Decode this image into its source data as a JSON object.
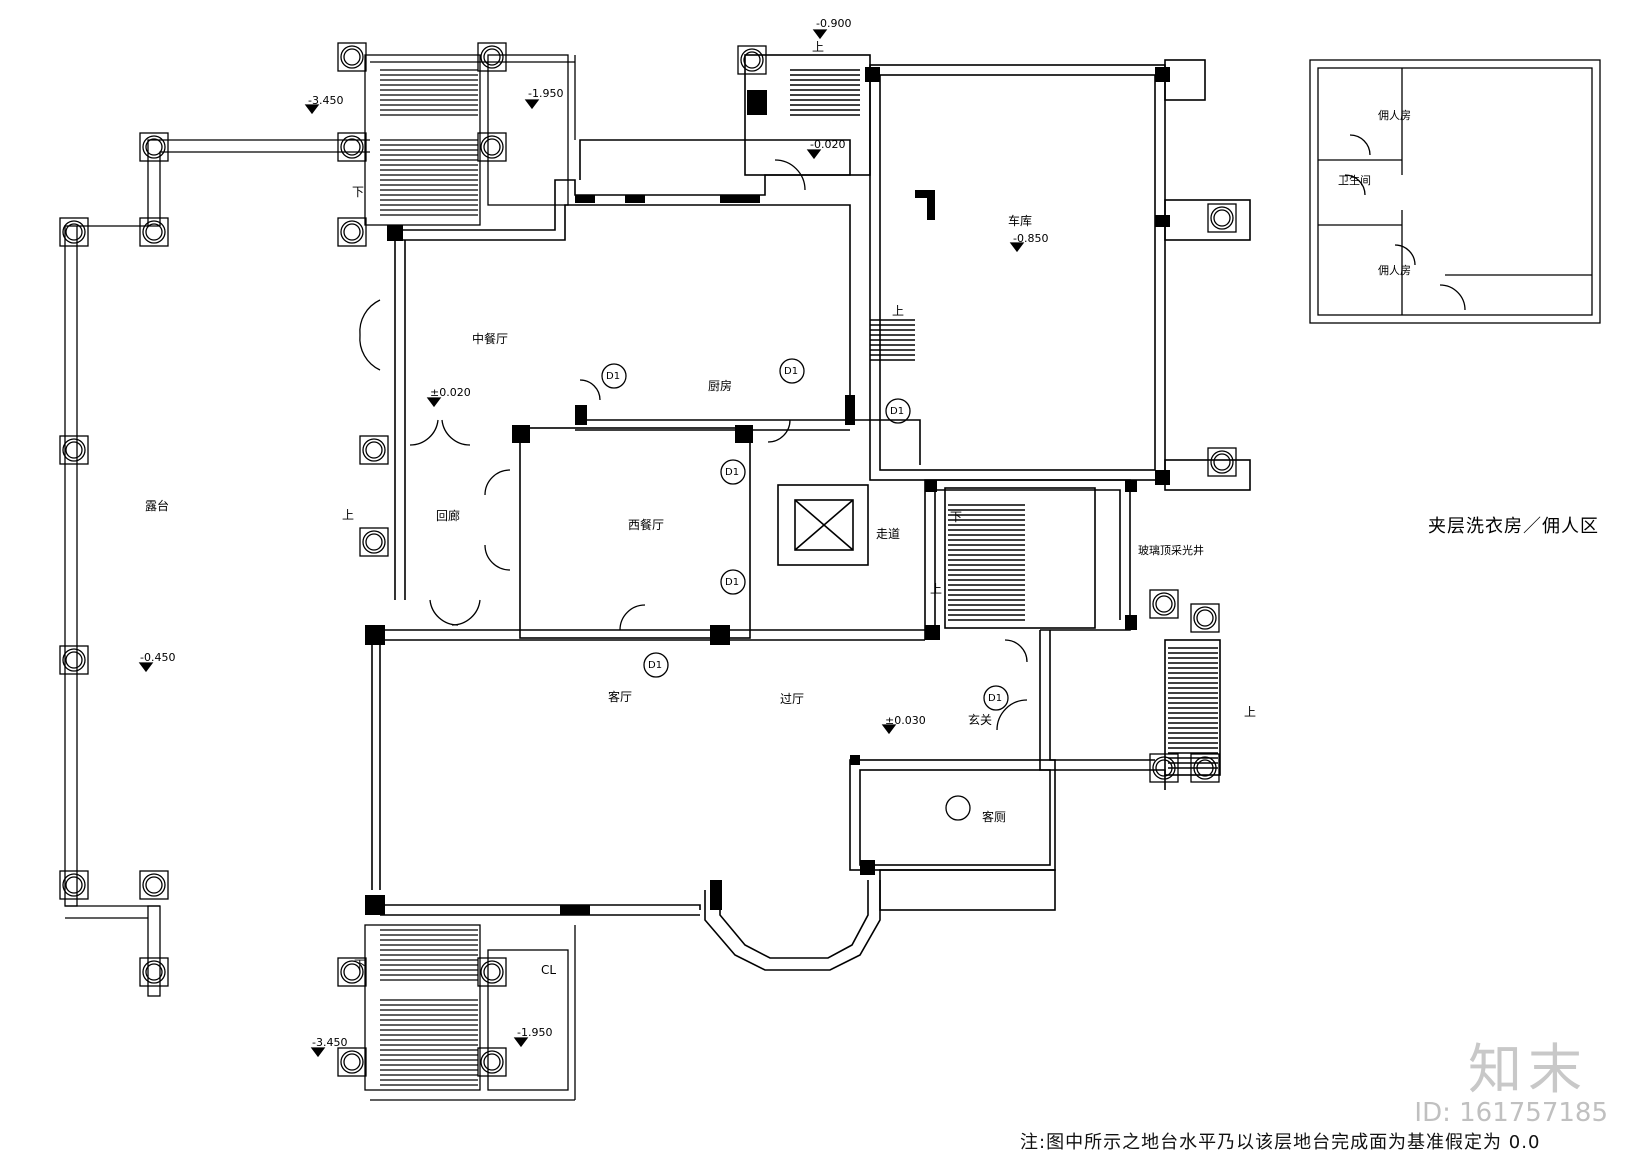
{
  "rooms": {
    "chinese_dining": "中餐厅",
    "kitchen": "厨房",
    "garage": "车库",
    "terrace": "露台",
    "corridor": "回廊",
    "western_dining": "西餐厅",
    "aisle": "走道",
    "glass_skylight": "玻璃顶采光井",
    "living_room": "客厅",
    "hall": "过厅",
    "foyer": "玄关",
    "guest_wc": "客厕",
    "servant_room_1": "佣人房",
    "servant_room_2": "佣人房",
    "bathroom": "卫生间"
  },
  "levels": {
    "top_stair": "-0.900",
    "stair_nw_outer": "-3.450",
    "stair_nw_inner": "-1.950",
    "kitchen_door": "-0.020",
    "garage": "-0.850",
    "chinese_dining": "±0.020",
    "terrace": "-0.450",
    "hall": "±0.030",
    "stair_sw_outer": "-3.450",
    "stair_sw_inner": "-1.950"
  },
  "stair_marks": {
    "up": "上",
    "down": "下"
  },
  "elevation_tags": [
    "D1",
    "D1",
    "D1",
    "D1",
    "D1",
    "D1",
    "D1"
  ],
  "centerline": "CL",
  "inset_title": "夹层洗衣房／佣人区",
  "note": "注:图中所示之地台水平乃以该层地台完成面为基准假定为 0.0",
  "watermark": "知末",
  "watermark_id": "ID: 161757185"
}
